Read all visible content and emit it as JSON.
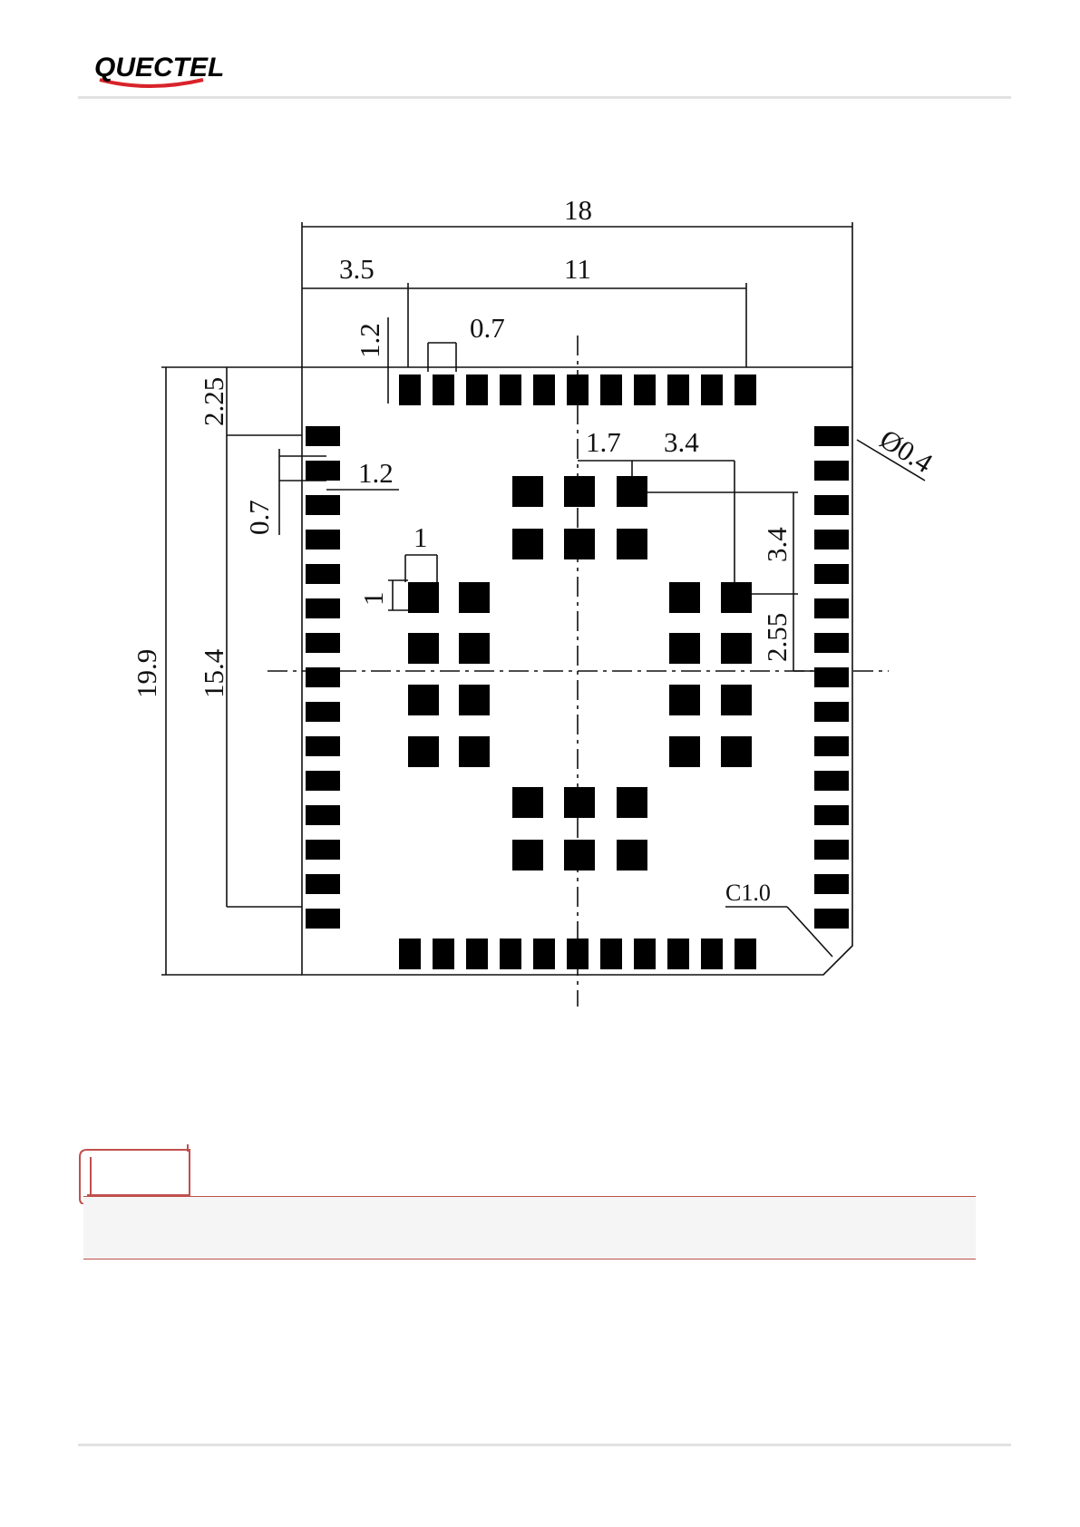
{
  "header": {
    "logo_text": "QUECTEL"
  },
  "diagram": {
    "dimensions": {
      "overall_width": "18",
      "left_offset": "3.5",
      "pad_span_top": "11",
      "pad_length_top": "1.2",
      "pad_pitch_top": "0.7",
      "top_margin_left": "2.25",
      "pad_length_left": "1.2",
      "pad_pitch_left": "0.7",
      "overall_height": "19.9",
      "pad_span_left": "15.4",
      "inner_pad_w": "1",
      "inner_pad_h": "1",
      "center_offset_x": "1.7",
      "group_offset_x": "3.4",
      "group_offset_y": "3.4",
      "group_offset_y2": "2.55",
      "hole_diameter": "Ø0.4",
      "chamfer": "C1.0"
    },
    "colors": {
      "pad": "#000000",
      "line": "#111111",
      "logo": "#000000",
      "logo_swoosh": "#d8232a",
      "note_border": "#c0504d"
    }
  }
}
